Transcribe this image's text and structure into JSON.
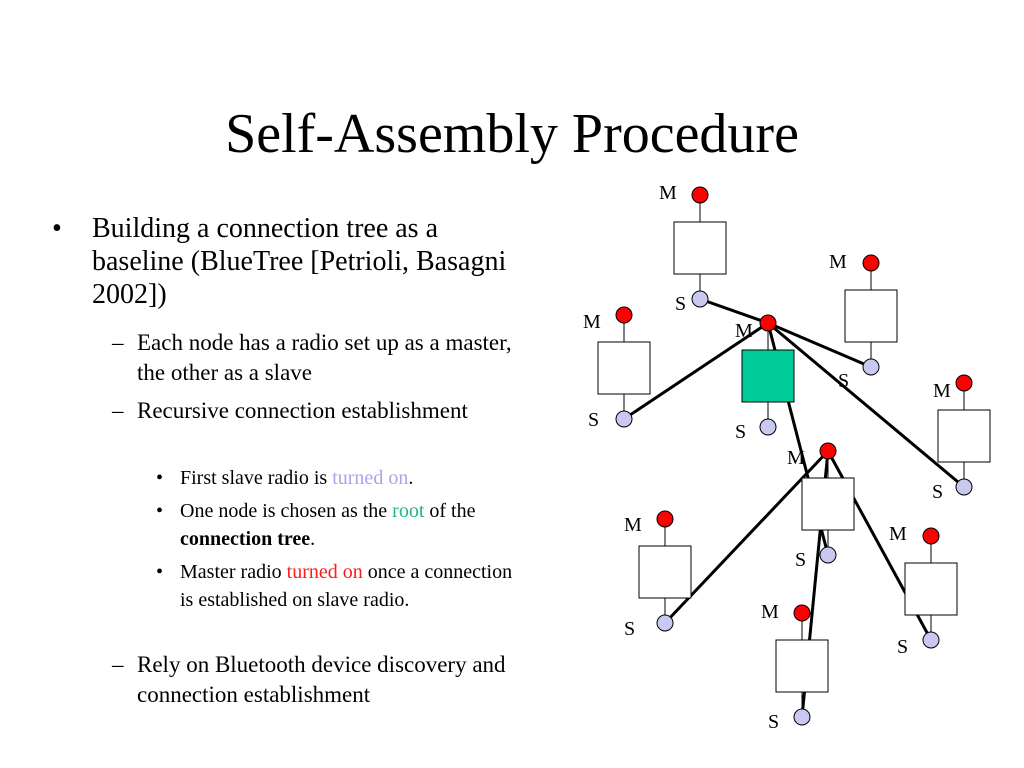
{
  "title": "Self-Assembly Procedure",
  "bullets": {
    "b1": "Building a connection tree as a baseline (BlueTree [Petrioli, Basagni 2002])",
    "b1_mark": "•",
    "dash": "–",
    "dot": "•",
    "sub1": "Each node has a radio set up as a master, the other as a slave",
    "sub2": "Recursive connection establishment",
    "s2a_pre": "First slave radio is ",
    "s2a_hl": "turned on",
    "s2a_post": ".",
    "s2b_pre": "One node is chosen as the ",
    "s2b_hl": "root",
    "s2b_mid": " of the ",
    "s2b_bold": "connection tree",
    "s2b_post": ".",
    "s2c_pre": " Master radio ",
    "s2c_hl": "turned on",
    "s2c_post": " once a connection is established on slave radio.",
    "sub3": "Rely on Bluetooth device discovery and connection establishment"
  },
  "diagram": {
    "master_label": "M",
    "slave_label": "S",
    "colors": {
      "master": "#ff0000",
      "slave": "#c8c8f0",
      "root_fill": "#00cc99",
      "node_fill": "#ffffff",
      "line": "#000000"
    }
  }
}
